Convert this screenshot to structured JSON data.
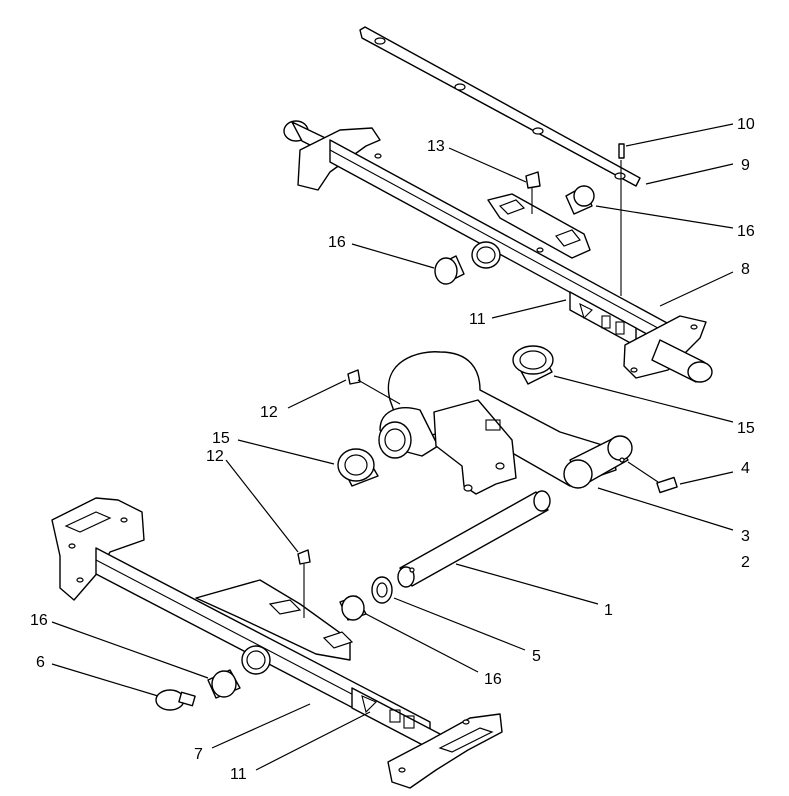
{
  "diagram": {
    "callouts": [
      {
        "id": "c10",
        "text": "10"
      },
      {
        "id": "c9",
        "text": "9"
      },
      {
        "id": "c16a",
        "text": "16"
      },
      {
        "id": "c13",
        "text": "13"
      },
      {
        "id": "c16b",
        "text": "16"
      },
      {
        "id": "c8",
        "text": "8"
      },
      {
        "id": "c11a",
        "text": "11"
      },
      {
        "id": "c12a",
        "text": "12"
      },
      {
        "id": "c15a",
        "text": "15"
      },
      {
        "id": "c15b",
        "text": "15"
      },
      {
        "id": "c4",
        "text": "4"
      },
      {
        "id": "c12b",
        "text": "12"
      },
      {
        "id": "c3",
        "text": "3"
      },
      {
        "id": "c2",
        "text": "2"
      },
      {
        "id": "c1",
        "text": "1"
      },
      {
        "id": "c16c",
        "text": "16"
      },
      {
        "id": "c5",
        "text": "5"
      },
      {
        "id": "c16d",
        "text": "16"
      },
      {
        "id": "c6",
        "text": "6"
      },
      {
        "id": "c7",
        "text": "7"
      },
      {
        "id": "c11b",
        "text": "11"
      }
    ]
  }
}
